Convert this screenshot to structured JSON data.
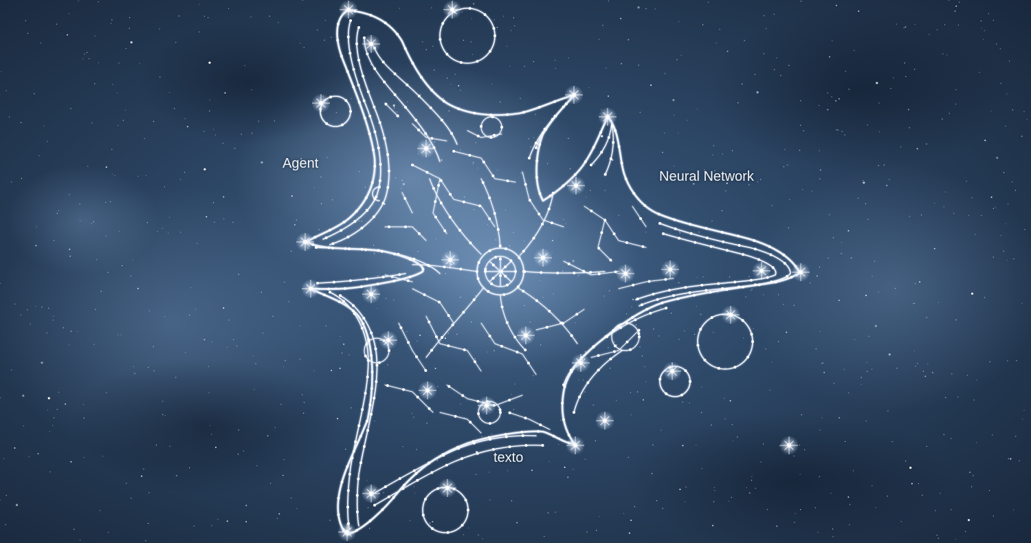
{
  "labels": {
    "agent": "Agent",
    "neural_network": "Neural Network",
    "texto": "texto"
  },
  "colors": {
    "sky_deep": "#16243a",
    "sky_mid": "#34506f",
    "nebula_glow": "#5b7fa6",
    "line": "#eef4ff",
    "star_core": "#ffffff"
  }
}
